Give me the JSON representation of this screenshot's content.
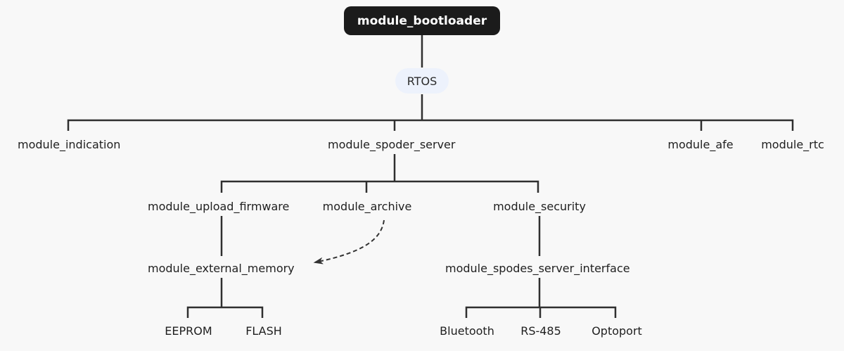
{
  "diagram": {
    "type": "module-dependency-tree",
    "background_color": "#f8f8f8",
    "line_color": "#2f2f2f",
    "root_node_bg": "#1b1b1b",
    "root_node_text_color": "#ffffff",
    "rtos_node_bg": "#edf2fc",
    "nodes": {
      "bootloader": {
        "label": "module_bootloader"
      },
      "rtos": {
        "label": "RTOS"
      },
      "indication": {
        "label": "module_indication"
      },
      "spoder_server": {
        "label": "module_spoder_server"
      },
      "afe": {
        "label": "module_afe"
      },
      "rtc": {
        "label": "module_rtc"
      },
      "upload_firmware": {
        "label": "module_upload_firmware"
      },
      "archive": {
        "label": "module_archive"
      },
      "security": {
        "label": "module_security"
      },
      "external_memory": {
        "label": "module_external_memory"
      },
      "spodes_server_interface": {
        "label": "module_spodes_server_interface"
      },
      "eeprom": {
        "label": "EEPROM"
      },
      "flash": {
        "label": "FLASH"
      },
      "bluetooth": {
        "label": "Bluetooth"
      },
      "rs485": {
        "label": "RS-485"
      },
      "optoport": {
        "label": "Optoport"
      }
    },
    "edges": [
      {
        "from": "module_bootloader",
        "to": "RTOS",
        "style": "solid"
      },
      {
        "from": "RTOS",
        "to": "module_indication",
        "style": "solid"
      },
      {
        "from": "RTOS",
        "to": "module_spoder_server",
        "style": "solid"
      },
      {
        "from": "RTOS",
        "to": "module_afe",
        "style": "solid"
      },
      {
        "from": "RTOS",
        "to": "module_rtc",
        "style": "solid"
      },
      {
        "from": "module_spoder_server",
        "to": "module_upload_firmware",
        "style": "solid"
      },
      {
        "from": "module_spoder_server",
        "to": "module_archive",
        "style": "solid"
      },
      {
        "from": "module_spoder_server",
        "to": "module_security",
        "style": "solid"
      },
      {
        "from": "module_upload_firmware",
        "to": "module_external_memory",
        "style": "solid"
      },
      {
        "from": "module_external_memory",
        "to": "EEPROM",
        "style": "solid"
      },
      {
        "from": "module_external_memory",
        "to": "FLASH",
        "style": "solid"
      },
      {
        "from": "module_security",
        "to": "module_spodes_server_interface",
        "style": "solid"
      },
      {
        "from": "module_spodes_server_interface",
        "to": "Bluetooth",
        "style": "solid"
      },
      {
        "from": "module_spodes_server_interface",
        "to": "RS-485",
        "style": "solid"
      },
      {
        "from": "module_spodes_server_interface",
        "to": "Optoport",
        "style": "solid"
      },
      {
        "from": "module_archive",
        "to": "module_external_memory",
        "style": "dashed-arrow"
      }
    ]
  }
}
